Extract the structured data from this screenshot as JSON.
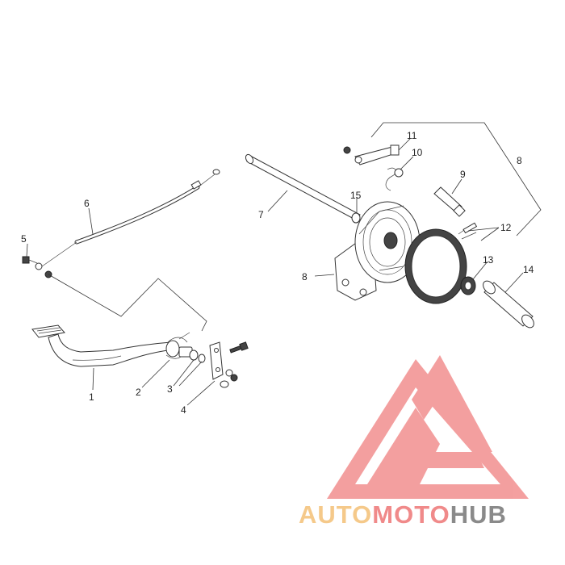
{
  "callouts": {
    "c1": "1",
    "c2": "2",
    "c3": "3",
    "c4": "4",
    "c5": "5",
    "c6": "6",
    "c7": "7",
    "c8a": "8",
    "c8b": "8",
    "c9": "9",
    "c10": "10",
    "c11": "11",
    "c12": "12",
    "c13": "13",
    "c14": "14",
    "c15": "15"
  },
  "watermark": {
    "part1": "AUTO",
    "part2": "MOTO",
    "part3": "HUB",
    "color_auto": "#f5c98a",
    "color_moto": "#f08a8a",
    "color_hub": "#8a8a8a",
    "triangle_color": "#f26b6b"
  }
}
